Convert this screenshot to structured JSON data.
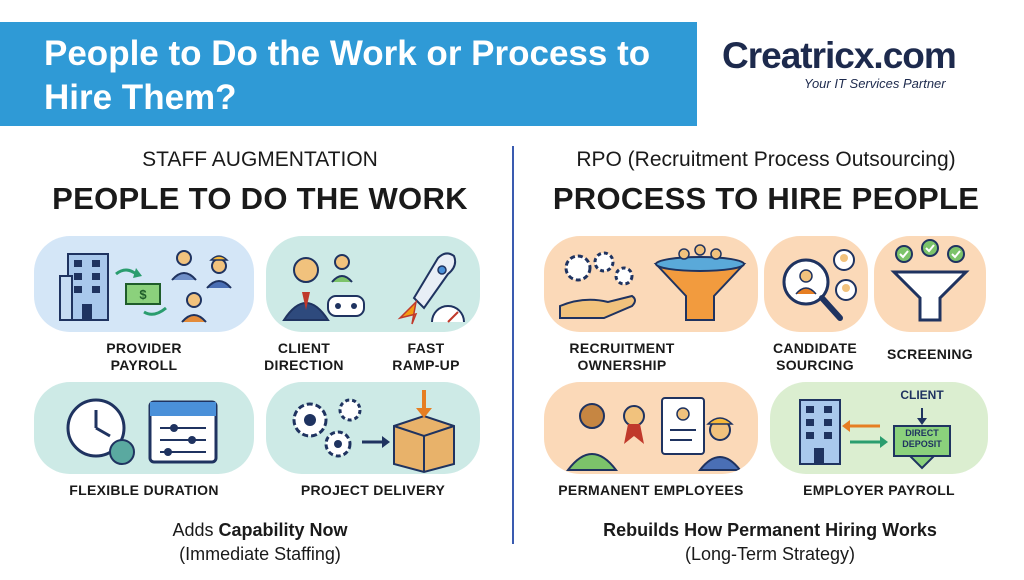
{
  "banner": {
    "title": "People to Do the Work or Process to Hire Them?"
  },
  "logo": {
    "name": "Creatricx.com",
    "tagline": "Your IT Services Partner"
  },
  "left": {
    "subtitle": "STAFF AUGMENTATION",
    "heading": "PEOPLE TO DO THE WORK",
    "labels": [
      "PROVIDER\nPAYROLL",
      "CLIENT\nDIRECTION",
      "FAST\nRAMP-UP",
      "FLEXIBLE DURATION",
      "PROJECT DELIVERY"
    ],
    "footer_main_pre": "Adds ",
    "footer_main_bold": "Capability Now",
    "footer_sub": "(Immediate Staffing)"
  },
  "right": {
    "subtitle": "RPO (Recruitment Process Outsourcing)",
    "heading": "PROCESS TO HIRE PEOPLE",
    "labels": [
      "RECRUITMENT\nOWNERSHIP",
      "CANDIDATE\nSOURCING",
      "SCREENING",
      "PERMANENT EMPLOYEES",
      "EMPLOYER PAYROLL"
    ],
    "footer_main": "Rebuilds How Permanent Hiring Works",
    "footer_sub": "(Long-Term Strategy)",
    "payroll_client": "CLIENT",
    "payroll_deposit": "DIRECT\nDEPOSIT"
  },
  "colors": {
    "banner": "#2f9ad6",
    "blue_tile": "#d4e6f7",
    "teal_tile": "#cdeae6",
    "orange_tile": "#fbd9b8",
    "green_tile": "#dbeed0",
    "divider": "#3a5bb0"
  }
}
